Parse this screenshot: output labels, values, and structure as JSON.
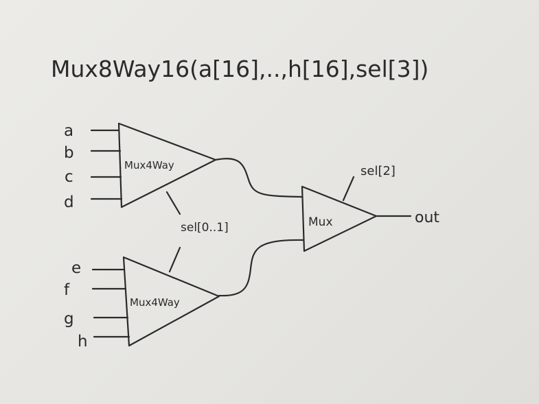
{
  "title": "Mux8Way16(a[16],..,h[16],sel[3])",
  "chips": {
    "top": "Mux4Way",
    "bottom": "Mux4Way",
    "final": "Mux"
  },
  "inputs_top": [
    "a",
    "b",
    "c",
    "d"
  ],
  "inputs_bottom": [
    "e",
    "f",
    "g",
    "h"
  ],
  "signals": {
    "sel_low": "sel[0..1]",
    "sel_high": "sel[2]",
    "output": "out"
  },
  "colors": {
    "ink": "#2a2a2a",
    "paper": "#e9e8e4"
  }
}
